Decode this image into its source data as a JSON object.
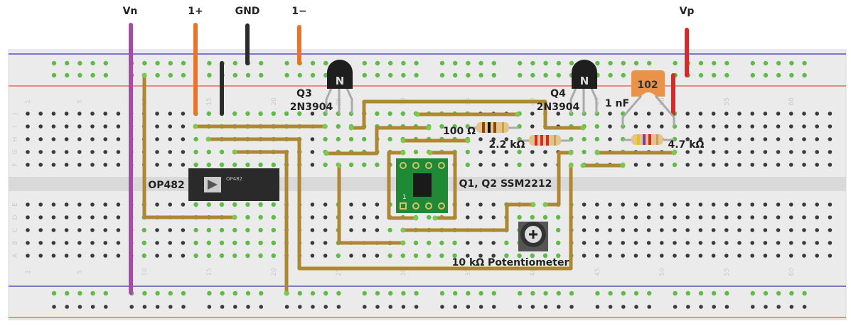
{
  "power_labels": {
    "vn": "Vn",
    "in_plus": "1+",
    "gnd": "GND",
    "in_minus": "1−",
    "vp": "Vp"
  },
  "components": {
    "q3": {
      "ref": "Q3",
      "part": "2N3904",
      "glyph": "N"
    },
    "q4": {
      "ref": "Q4",
      "part": "2N3904",
      "glyph": "N"
    },
    "op_amp": {
      "label": "OP482",
      "chip_text": "OP482"
    },
    "matched_pair": {
      "label": "Q1, Q2 SSM2212",
      "pin1": "1"
    },
    "r1": {
      "label": "100 Ω"
    },
    "r2": {
      "label": "2.2 kΩ"
    },
    "r3": {
      "label": "4.7 kΩ"
    },
    "capacitor": {
      "label": "1 nF",
      "code": "102"
    },
    "potentiometer": {
      "label": "10 kΩ Potentiometer"
    }
  },
  "breadboard": {
    "column_numbers": [
      "1",
      "5",
      "10",
      "15",
      "20",
      "25",
      "30",
      "35",
      "40",
      "45",
      "50",
      "55",
      "60"
    ],
    "column_number_index": [
      1,
      5,
      10,
      15,
      20,
      25,
      30,
      35,
      40,
      45,
      50,
      55,
      60
    ],
    "rows_top": [
      "J",
      "I",
      "H",
      "G",
      "F"
    ],
    "rows_bottom": [
      "E",
      "D",
      "C",
      "B",
      "A"
    ]
  },
  "colors": {
    "wire": "#ad8732",
    "vn_wire": "#a64ca6",
    "orange_wire": "#e8742a",
    "black_wire": "#2b2b2b",
    "red_wire": "#d42a2a",
    "dot_active": "#5dbb46",
    "dot": "#3a3a3a"
  }
}
